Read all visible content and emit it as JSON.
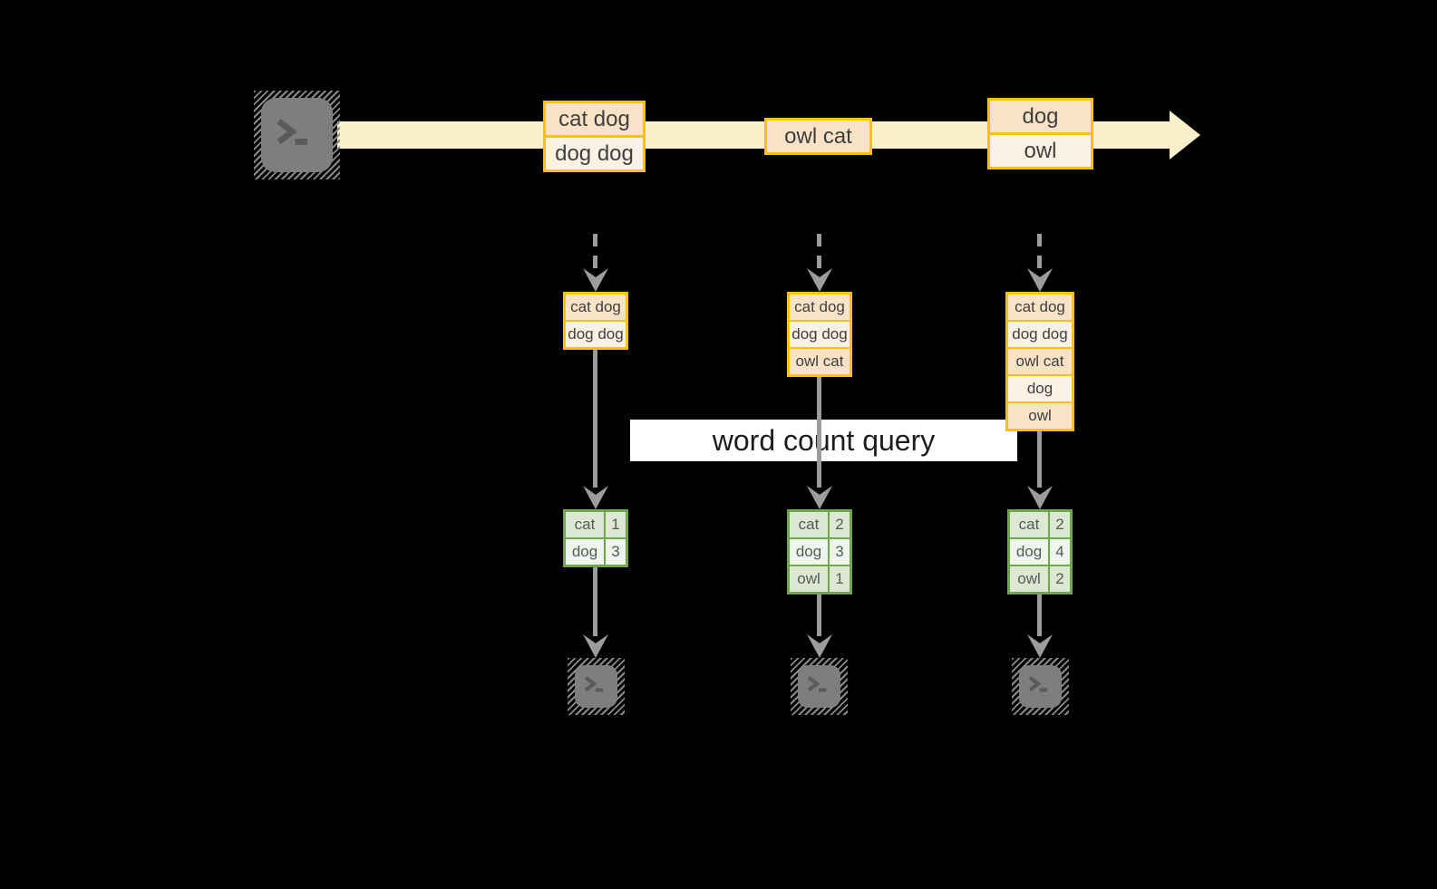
{
  "diagram": {
    "query_label": "word count query",
    "stream": {
      "source_icon": "terminal-icon",
      "events": [
        {
          "rows": [
            "cat dog",
            "dog dog"
          ]
        },
        {
          "rows": [
            "owl cat"
          ]
        },
        {
          "rows": [
            "dog",
            "owl"
          ]
        }
      ]
    },
    "columns": [
      {
        "batch": [
          "cat dog",
          "dog dog"
        ],
        "counts": [
          {
            "word": "cat",
            "count": "1"
          },
          {
            "word": "dog",
            "count": "3"
          }
        ]
      },
      {
        "batch": [
          "cat dog",
          "dog dog",
          "owl cat"
        ],
        "counts": [
          {
            "word": "cat",
            "count": "2"
          },
          {
            "word": "dog",
            "count": "3"
          },
          {
            "word": "owl",
            "count": "1"
          }
        ]
      },
      {
        "batch": [
          "cat dog",
          "dog dog",
          "owl cat",
          "dog",
          "owl"
        ],
        "counts": [
          {
            "word": "cat",
            "count": "2"
          },
          {
            "word": "dog",
            "count": "4"
          },
          {
            "word": "owl",
            "count": "2"
          }
        ]
      }
    ],
    "colors": {
      "background": "#000000",
      "stream_band": "#FAF0CB",
      "box_border": "#FCC011",
      "box_fill_dark": "#F9E2C6",
      "box_fill_light": "#FCF2E3",
      "table_border": "#6FA84C",
      "table_fill_dark": "#DDE8D2",
      "table_fill_light": "#F0F5EB",
      "arrow_gray": "#9C9C9C",
      "terminal_gray": "#7E7E7E",
      "label_background": "#FFFFFF"
    }
  }
}
